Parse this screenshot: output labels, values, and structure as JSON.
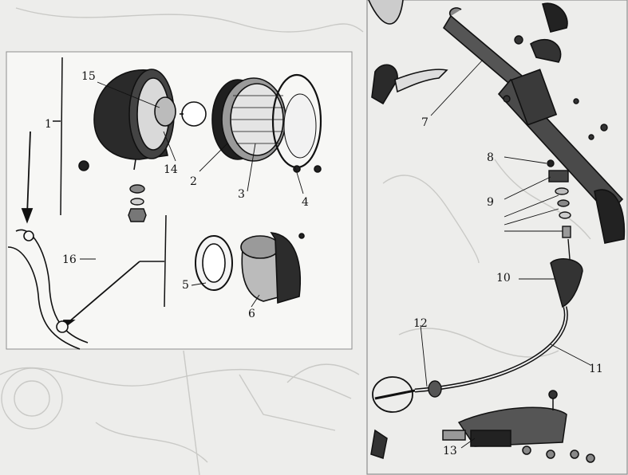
{
  "colors": {
    "paper": "#ededeb",
    "panel": "#f7f7f5",
    "ink": "#111111",
    "ghost": "#c9c9c6",
    "frame": "#8e8e8e"
  },
  "callouts": [
    {
      "key": "1",
      "text": "1"
    },
    {
      "key": "2",
      "text": "2"
    },
    {
      "key": "3",
      "text": "3"
    },
    {
      "key": "4",
      "text": "4"
    },
    {
      "key": "5",
      "text": "5"
    },
    {
      "key": "6",
      "text": "6"
    },
    {
      "key": "7",
      "text": "7"
    },
    {
      "key": "8",
      "text": "8"
    },
    {
      "key": "9",
      "text": "9"
    },
    {
      "key": "10",
      "text": "10"
    },
    {
      "key": "11",
      "text": "11"
    },
    {
      "key": "12",
      "text": "12"
    },
    {
      "key": "13",
      "text": "13"
    },
    {
      "key": "14",
      "text": "14"
    },
    {
      "key": "15",
      "text": "15"
    },
    {
      "key": "16",
      "text": "16"
    }
  ]
}
